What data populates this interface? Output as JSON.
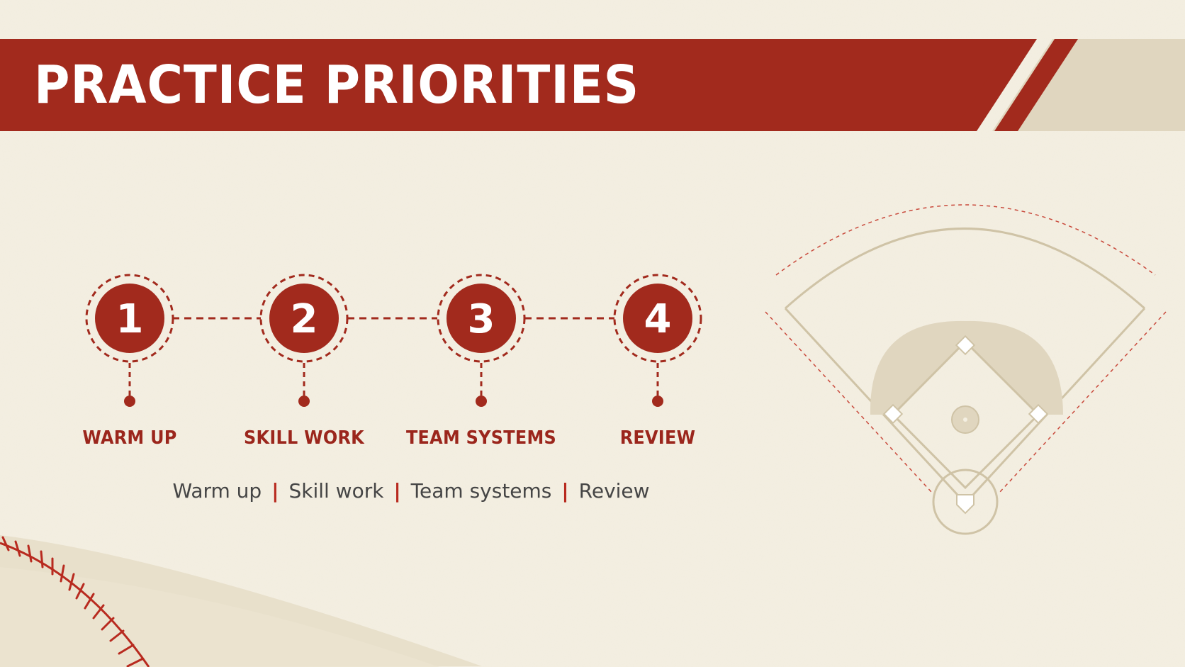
{
  "title": "PRACTICE PRIORITIES",
  "colors": {
    "background": "#f4efe2",
    "banner": "#a22a1d",
    "accent_tan": "#e0d6bf",
    "text_dark": "#454545"
  },
  "steps": [
    {
      "number": "1",
      "label": "WARM UP"
    },
    {
      "number": "2",
      "label": "SKILL WORK"
    },
    {
      "number": "3",
      "label": "TEAM SYSTEMS"
    },
    {
      "number": "4",
      "label": "REVIEW"
    }
  ],
  "summary": [
    "Warm up",
    "Skill work",
    "Team systems",
    "Review"
  ],
  "summary_separator": "|",
  "decorations": {
    "field": "baseball-diamond-icon",
    "ball": "baseball-seam-icon"
  }
}
